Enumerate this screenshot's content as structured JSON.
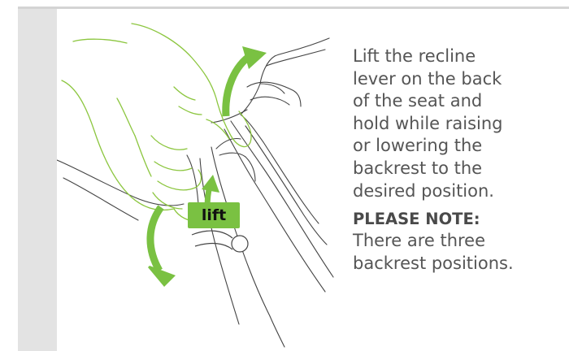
{
  "instructions": {
    "body": "Lift the recline\nlever on the back\nof the seat and\nhold while raising\nor lowering the\nbackrest to the\ndesired position.",
    "note_heading": "PLEASE NOTE:",
    "note_text": "There are three\nbackrest positions."
  },
  "illustration": {
    "lift_label": "lift",
    "icons": [
      "hand-icon",
      "seat-backrest-icon",
      "recline-lever-icon",
      "curved-arrow-up-icon",
      "curved-arrow-down-icon",
      "arrow-up-icon"
    ]
  },
  "colors": {
    "accent_green": "#7ac142",
    "hand_outline": "#8cc63f",
    "seat_outline": "#444444",
    "text": "#555555",
    "side_band": "#e3e3e3"
  }
}
